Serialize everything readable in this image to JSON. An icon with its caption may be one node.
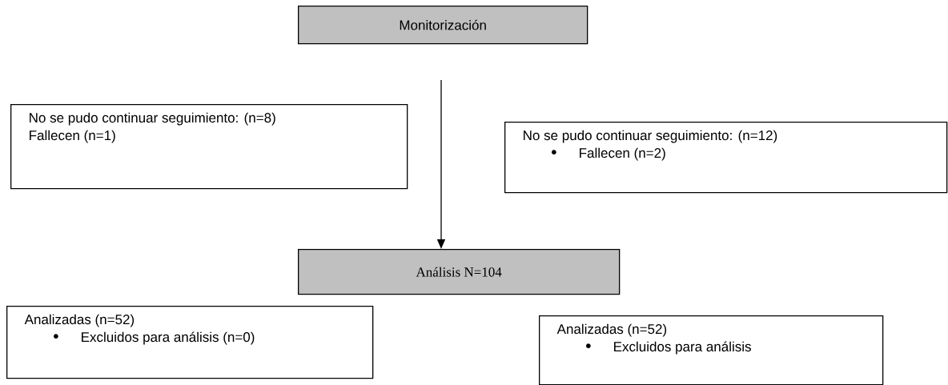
{
  "diagram": {
    "nodes": [
      {
        "text": [
          "Monitorización"
        ]
      },
      {
        "text": [
          "No se pudo continuar seguimiento: (n=8)",
          "Fallecen (n=1)"
        ]
      },
      {
        "text": [
          "No se pudo continuar seguimiento: (n=12)",
          "Fallecen (n=2)"
        ]
      },
      {
        "text": [
          "Análisis N=104"
        ]
      },
      {
        "text": [
          "Analizadas (n=52)",
          "Excluidos para análisis (n=0)"
        ]
      },
      {
        "text": [
          "Analizadas (n=52)",
          "Excluidos para análisis"
        ]
      }
    ],
    "edges": [
      {
        "from": null,
        "to": 3,
        "arrow": "to"
      }
    ]
  }
}
